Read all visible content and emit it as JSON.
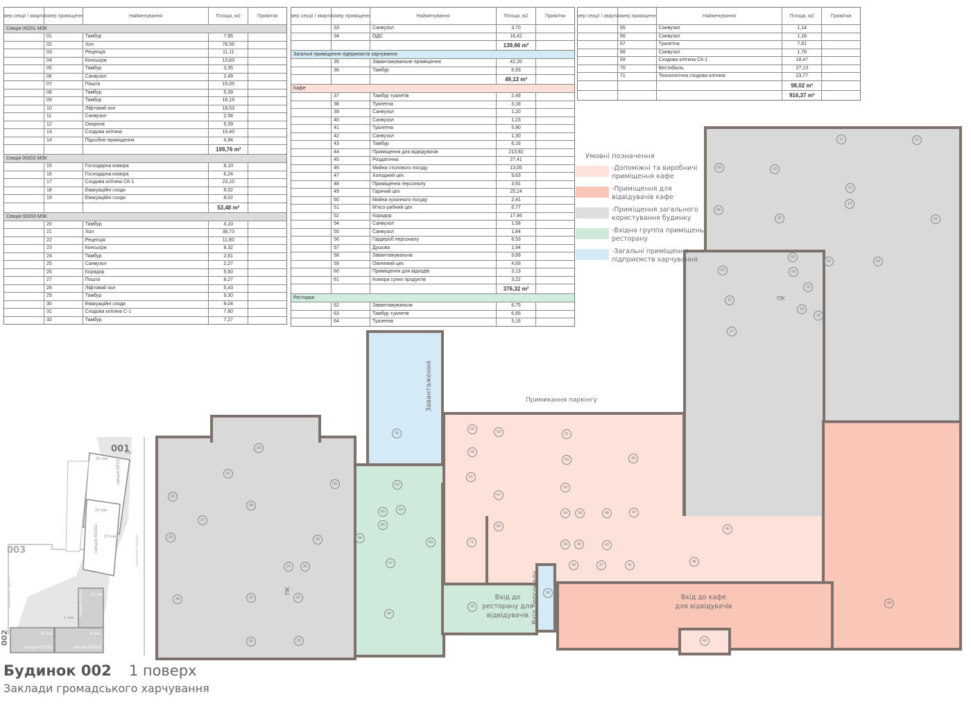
{
  "table_header": [
    "Номер секції / квартири",
    "Номер приміщення",
    "Найменування",
    "Площа, м2",
    "Примітки"
  ],
  "tables": [
    {
      "blocks": [
        {
          "section": "Секція 00201 МЗК",
          "color": "#dcdcdc",
          "rows": [
            [
              "01",
              "Тамбур",
              "7,95"
            ],
            [
              "02",
              "Хол",
              "78,56"
            ],
            [
              "03",
              "Рецепція",
              "11,11"
            ],
            [
              "04",
              "Консьєрж",
              "13,83"
            ],
            [
              "05",
              "Тамбур",
              "3,35"
            ],
            [
              "06",
              "Санвузол",
              "2,49"
            ],
            [
              "07",
              "Пошта",
              "15,05"
            ],
            [
              "08",
              "Тамбур",
              "5,39"
            ],
            [
              "09",
              "Тамбур",
              "16,19"
            ],
            [
              "10",
              "Ліфтовий хол",
              "18,53"
            ],
            [
              "11",
              "Санвузол",
              "2,58"
            ],
            [
              "12",
              "Охорона",
              "9,39"
            ],
            [
              "13",
              "Сходова клітина",
              "10,40"
            ],
            [
              "14",
              "Підсобне приміщення",
              "4,94"
            ]
          ],
          "total": "199,76 m²"
        },
        {
          "section": "Секція 00202 МЗК",
          "color": "#dcdcdc",
          "rows": [
            [
              "15",
              "Господарча комора",
              "8,10"
            ],
            [
              "16",
              "Господарча комора",
              "6,24"
            ],
            [
              "17",
              "Сходова клітина СК-1",
              "23,10"
            ],
            [
              "18",
              "Евакуаційні сходи",
              "8,02"
            ],
            [
              "19",
              "Евакуаційні сходи",
              "8,02"
            ]
          ],
          "total": "53,48 m²"
        },
        {
          "section": "Секція 00203 МЗК",
          "color": "#dcdcdc",
          "rows": [
            [
              "20",
              "Тамбур",
              "4,10"
            ],
            [
              "21",
              "Хол",
              "38,73"
            ],
            [
              "22",
              "Рецепція",
              "11,80"
            ],
            [
              "23",
              "Консьєрж",
              "8,32"
            ],
            [
              "24",
              "Тамбур",
              "2,61"
            ],
            [
              "25",
              "Санвузол",
              "2,27"
            ],
            [
              "26",
              "Коридор",
              "5,60"
            ],
            [
              "27",
              "Пошта",
              "8,27"
            ],
            [
              "28",
              "Ліфтовий хол",
              "5,43"
            ],
            [
              "29",
              "Тамбур",
              "9,30"
            ],
            [
              "30",
              "Евакуаційні сходи",
              "8,04"
            ],
            [
              "31",
              "Сходова клітина С-1",
              "7,80"
            ],
            [
              "32",
              "Тамбур",
              "7,27"
            ]
          ]
        }
      ]
    },
    {
      "blocks": [
        {
          "rows": [
            [
              "33",
              "Санвузол",
              "3,70"
            ],
            [
              "34",
              "ОДС",
              "16,42"
            ]
          ],
          "total": "139,66 m²"
        },
        {
          "section": "Загальні приміщення підприємств харчування",
          "color": "#d4eaf5",
          "rows": [
            [
              "35",
              "Завантажувальне приміщення",
              "42,20"
            ],
            [
              "36",
              "Тамбур",
              "6,93"
            ]
          ],
          "total": "49,13 m²"
        },
        {
          "section": "Кафе",
          "color": "#fbe0da",
          "rows": [
            [
              "37",
              "Тамбур туалетів",
              "2,49"
            ],
            [
              "38",
              "Туалетна",
              "3,18"
            ],
            [
              "39",
              "Санвузол",
              "1,20"
            ],
            [
              "40",
              "Санвузол",
              "1,23"
            ],
            [
              "41",
              "Туалетна",
              "5,90"
            ],
            [
              "42",
              "Санвузол",
              "1,30"
            ],
            [
              "43",
              "Тамбур",
              "6,16"
            ],
            [
              "44",
              "Приміщення для відвідувачів",
              "213,92"
            ],
            [
              "45",
              "Роздаточна",
              "27,41"
            ],
            [
              "46",
              "Мийна столового посуду",
              "13,05"
            ],
            [
              "47",
              "Холодний цех",
              "9,63"
            ],
            [
              "48",
              "Приміщення персоналу",
              "3,91"
            ],
            [
              "49",
              "Гарячий цех",
              "25,24"
            ],
            [
              "50",
              "Мийна кухонного посуду",
              "2,41"
            ],
            [
              "51",
              "М'ясо-рибний цех",
              "6,77"
            ],
            [
              "52",
              "Коридор",
              "17,46"
            ],
            [
              "54",
              "Санвузол",
              "1,58"
            ],
            [
              "55",
              "Санвузол",
              "1,84"
            ],
            [
              "56",
              "Гардероб персоналу",
              "8,53"
            ],
            [
              "57",
              "Душова",
              "1,94"
            ],
            [
              "58",
              "Завантажувальна",
              "9,89"
            ],
            [
              "59",
              "Овочевий цех",
              "4,93"
            ],
            [
              "60",
              "Приміщення для відходів",
              "3,13"
            ],
            [
              "61",
              "Комора сухих продуктів",
              "3,22"
            ]
          ],
          "total": "376,32 m²"
        },
        {
          "section": "Ресторан",
          "color": "#d3ece0",
          "rows": [
            [
              "62",
              "Завантажувальна",
              "6,75"
            ],
            [
              "63",
              "Тамбур туалетів",
              "6,85"
            ],
            [
              "64",
              "Туалетна",
              "3,16"
            ]
          ]
        }
      ]
    },
    {
      "blocks": [
        {
          "rows": [
            [
              "65",
              "Санвузол",
              "1,14"
            ],
            [
              "66",
              "Санвузол",
              "1,18"
            ],
            [
              "67",
              "Туалетна",
              "7,81"
            ],
            [
              "68",
              "Санвузол",
              "1,76"
            ],
            [
              "69",
              "Сходова клітина СК-1",
              "18,47"
            ],
            [
              "70",
              "Вестибюль",
              "27,13"
            ],
            [
              "71",
              "Технологічна сходова клітина",
              "23,77"
            ]
          ],
          "total": "98,02 m²"
        },
        {
          "rows": [],
          "total": "916,37 m²"
        }
      ]
    }
  ],
  "legend": {
    "title": "Умовні позначення",
    "items": [
      {
        "label": "-Допоміжні та виробничі приміщення кафе",
        "color": "#fde2da"
      },
      {
        "label": "-Приміщення для відвідувачів кафе",
        "color": "#f9c6b7"
      },
      {
        "label": "-Приміщення загального користування будинку",
        "color": "#dedede"
      },
      {
        "label": "-Вхідна группа приміщень ресторану",
        "color": "#cfe9da"
      },
      {
        "label": "-Загальні приміщення підприємств харчування",
        "color": "#d4eaf7"
      }
    ]
  },
  "plan": {
    "loading": "Завантаження",
    "parking": "Примикання паркінгу",
    "rest_entry": "Вхід до ресторану для відвідувачів",
    "staff_entry": "Вхід персоналу",
    "cafe_entry": "Вхід до кафе для відвідувачів",
    "pk": "ПК",
    "rooms": [
      "31",
      "32",
      "33",
      "27",
      "28",
      "29",
      "26",
      "24",
      "25",
      "34",
      "21",
      "22",
      "20",
      "23",
      "30",
      "35",
      "36",
      "62",
      "64",
      "65",
      "66",
      "68",
      "63",
      "71",
      "67",
      "69",
      "70",
      "60",
      "59",
      "58",
      "61",
      "57",
      "56",
      "51",
      "50",
      "52",
      "49",
      "54",
      "55",
      "48",
      "47",
      "45",
      "39",
      "40",
      "42",
      "46",
      "38",
      "37",
      "41",
      "43",
      "44",
      "09",
      "10",
      "11",
      "12",
      "13",
      "14",
      "08",
      "02",
      "01",
      "05",
      "03",
      "04",
      "06",
      "07",
      "15",
      "16",
      "19",
      "18",
      "17"
    ]
  },
  "site": {
    "b001": "001",
    "b003": "003",
    "b002": "002",
    "bud": "буд",
    "s00101": "секція 00101",
    "s00102": "секція 00102",
    "s00201": "секція 00201",
    "s00202": "секція 00202",
    "s00203": "секція 00203",
    "f25": "25 пов",
    "f10": "10 пов",
    "f13": "13 пов",
    "f23": "23 пов",
    "f8": "8 пов",
    "f1": "1 пов",
    "parking": "наземний паркінг"
  },
  "title": {
    "building": "Будинок 002",
    "floor": "1 поверх",
    "subtitle": "Заклади громадського харчування"
  }
}
